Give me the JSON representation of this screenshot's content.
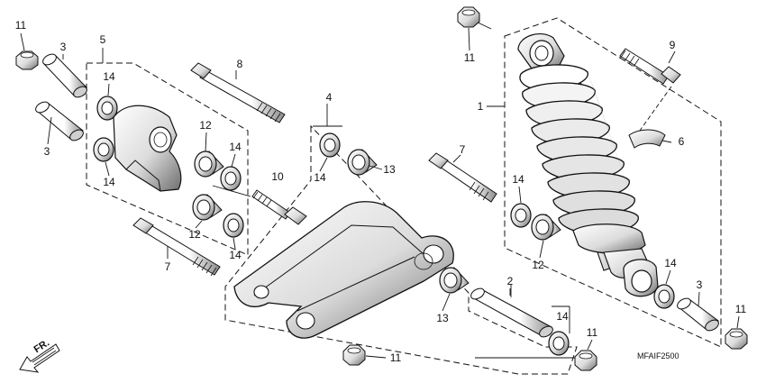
{
  "callouts": {
    "n1": "1",
    "n2": "2",
    "n3": "3",
    "n4": "4",
    "n5": "5",
    "n6": "6",
    "n7": "7",
    "n8": "8",
    "n9": "9",
    "n10": "10",
    "n11": "11",
    "n12": "12",
    "n13": "13",
    "n14": "14"
  },
  "direction_label": "FR.",
  "diagram_code": "MFAIF2500",
  "colors": {
    "ink": "#111111",
    "part_fill": "#ffffff",
    "shade": "#9a9a9a",
    "background": "#ffffff"
  }
}
